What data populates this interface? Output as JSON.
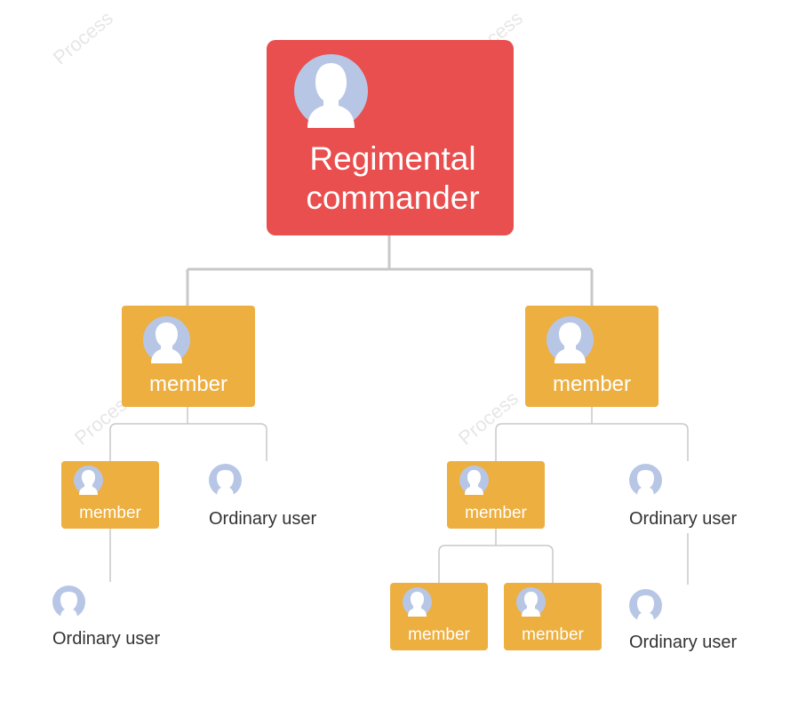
{
  "colors": {
    "top_node": "#e84f4e",
    "member_node": "#ecaf40",
    "avatar": "#b8c6e6",
    "connector": "#c8c8c8"
  },
  "watermark": {
    "text": "Process"
  },
  "nodes": {
    "root": {
      "label": "Regimental commander"
    },
    "left_member": {
      "label": "member"
    },
    "right_member": {
      "label": "member"
    },
    "left_sub_member": {
      "label": "member"
    },
    "right_sub_member": {
      "label": "member"
    },
    "bottom_member_1": {
      "label": "member"
    },
    "bottom_member_2": {
      "label": "member"
    }
  },
  "users": {
    "left_user": {
      "label": "Ordinary user"
    },
    "left_bottom_user": {
      "label": "Ordinary user"
    },
    "right_user": {
      "label": "Ordinary user"
    },
    "right_bottom_user": {
      "label": "Ordinary user"
    }
  }
}
